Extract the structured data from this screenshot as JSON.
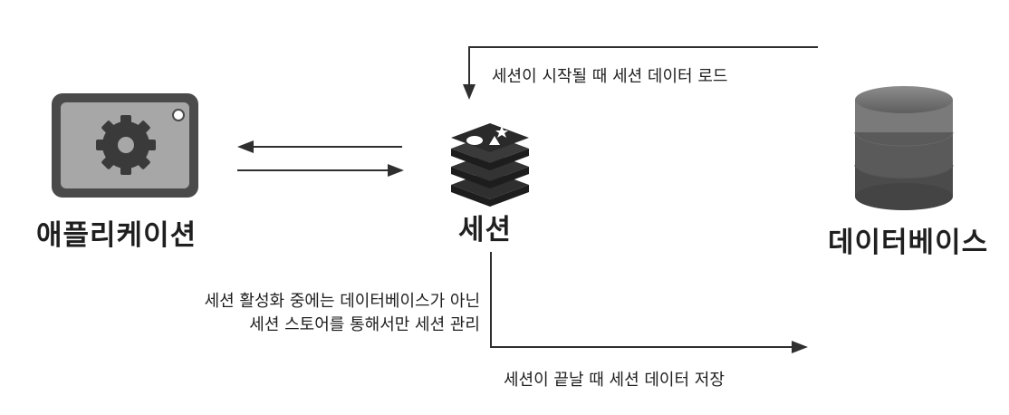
{
  "nodes": {
    "application": "애플리케이션",
    "session": "세션",
    "database": "데이터베이스"
  },
  "edges": {
    "load": "세션이 시작될 때 세션 데이터 로드",
    "save": "세션이 끝날 때 세션 데이터 저장"
  },
  "note": {
    "line1": "세션 활성화 중에는 데이터베이스가 아닌",
    "line2": "세션 스토어를 통해서만 세션 관리"
  }
}
